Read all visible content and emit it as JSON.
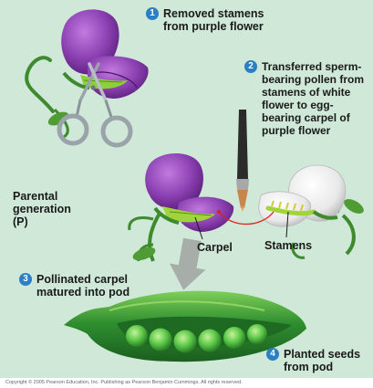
{
  "steps": [
    {
      "num": "1",
      "text": "Removed stamens\nfrom purple flower"
    },
    {
      "num": "2",
      "text": "Transferred sperm-\nbearing pollen from\nstamens of white\nflower to egg-\nbearing carpel of\npurple flower"
    },
    {
      "num": "3",
      "text": "Pollinated carpel\nmatured into pod"
    },
    {
      "num": "4",
      "text": "Planted seeds\nfrom pod"
    }
  ],
  "labels": {
    "parental": "Parental\ngeneration\n(P)",
    "carpel": "Carpel",
    "stamens": "Stamens"
  },
  "copyright": "Copyright © 2005 Pearson Education, Inc. Publishing as Pearson Benjamin Cummings. All rights reserved.",
  "colors": {
    "background": "#cfe8d8",
    "purple_petal": "#8a3fb0",
    "white_petal": "#f2f2f2",
    "stem": "#3f8a2e",
    "pod": "#2f8f2f",
    "pea": "#5cc94a",
    "badge": "#2b7fc3",
    "arrow": "#9a9a9a",
    "pollen_line": "#e02020"
  },
  "icons": [
    "scissors-icon",
    "paintbrush-icon",
    "down-arrow-icon"
  ]
}
